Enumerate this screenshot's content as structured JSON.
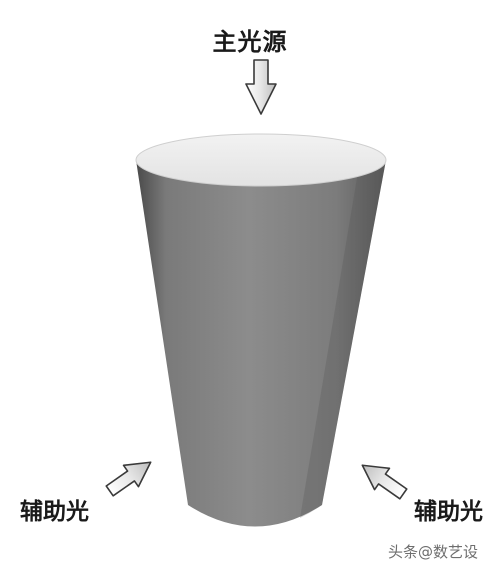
{
  "labels": {
    "main_light": "主光源",
    "fill_light_left": "辅助光",
    "fill_light_right": "辅助光"
  },
  "watermark": "头条@数艺设",
  "colors": {
    "background": "#ffffff",
    "body_dark": "#555555",
    "body_mid": "#8a8a8a",
    "top_face": "#ededed",
    "arrow_stroke": "#3a3a3a"
  }
}
